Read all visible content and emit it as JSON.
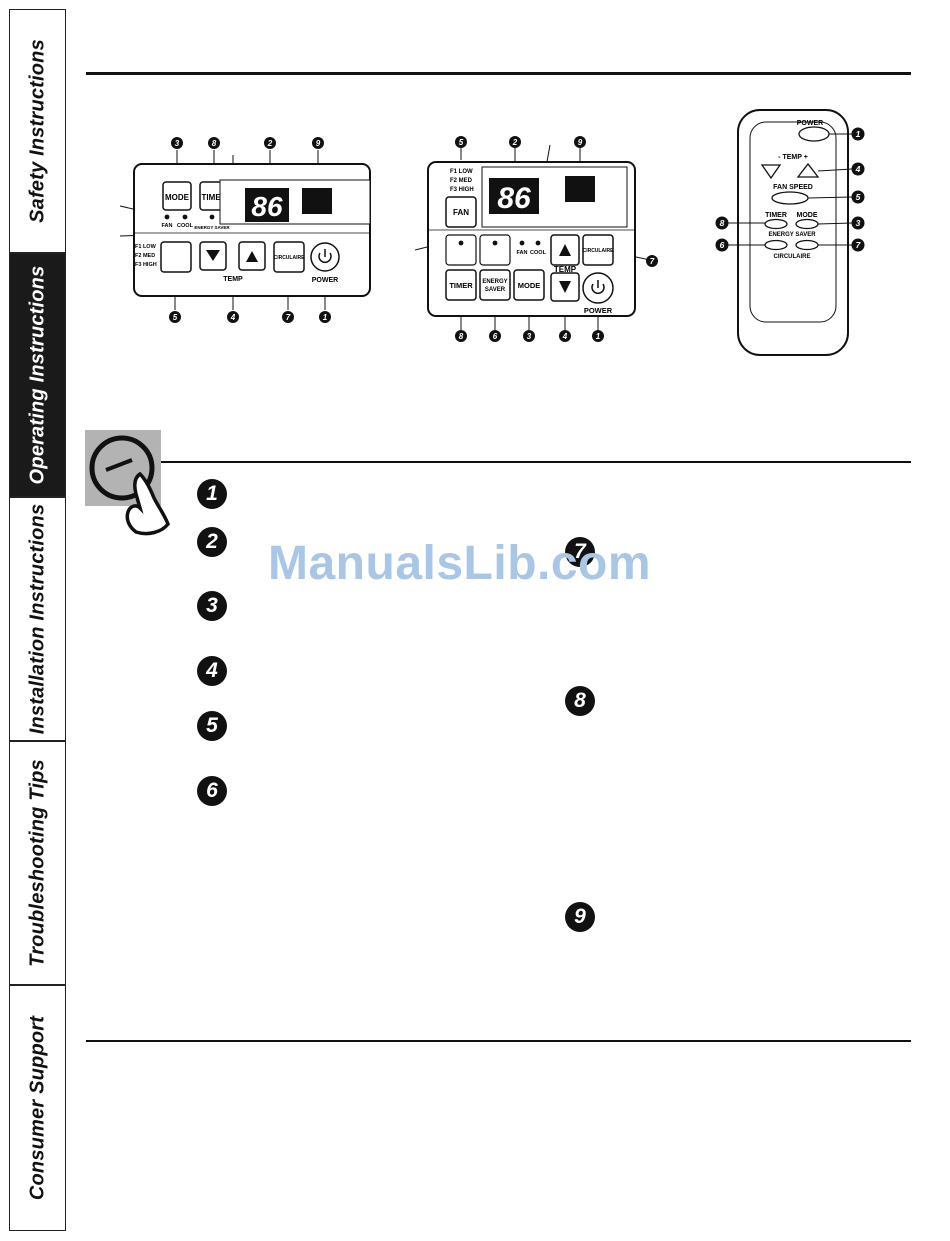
{
  "sidebar": {
    "tabs": [
      {
        "label": "Safety Instructions",
        "active": false
      },
      {
        "label": "Operating Instructions",
        "active": true
      },
      {
        "label": "Installation Instructions",
        "active": false
      },
      {
        "label": "Troubleshooting Tips",
        "active": false
      },
      {
        "label": "Consumer Support",
        "active": false
      }
    ]
  },
  "panel1": {
    "mode": "MODE",
    "timer": "TIMER",
    "display": "86",
    "fan": "FAN",
    "cool": "COOL",
    "energy_saver": "ENERGY SAVER",
    "speeds": [
      "F1 LOW",
      "F2 MED",
      "F3 HIGH"
    ],
    "circulaire": "CIRCULAIRE",
    "temp": "TEMP",
    "power": "POWER",
    "callouts": [
      "3",
      "8",
      "2",
      "9",
      "5",
      "4",
      "7",
      "1"
    ]
  },
  "panel2": {
    "speeds": [
      "F1 LOW",
      "F2 MED",
      "F3 HIGH"
    ],
    "fan_button": "FAN",
    "display": "86",
    "timer": "TIMER",
    "energy": "ENERGY",
    "saver": "SAVER",
    "mode": "MODE",
    "fan": "FAN",
    "cool": "COOL",
    "temp": "TEMP",
    "circulaire": "CIRCULAIRE",
    "power": "POWER",
    "callouts": [
      "5",
      "2",
      "9",
      "7",
      "8",
      "6",
      "3",
      "4",
      "1"
    ]
  },
  "remote": {
    "power": "POWER",
    "temp": "- TEMP +",
    "fan_speed": "FAN SPEED",
    "timer": "TIMER",
    "mode": "MODE",
    "energy_saver": "ENERGY SAVER",
    "circulaire": "CIRCULAIRE",
    "callouts": [
      "1",
      "4",
      "5",
      "8",
      "3",
      "6",
      "7"
    ]
  },
  "steps": [
    "1",
    "2",
    "3",
    "4",
    "5",
    "6",
    "7",
    "8",
    "9"
  ],
  "watermark": "ManualsLib.com"
}
